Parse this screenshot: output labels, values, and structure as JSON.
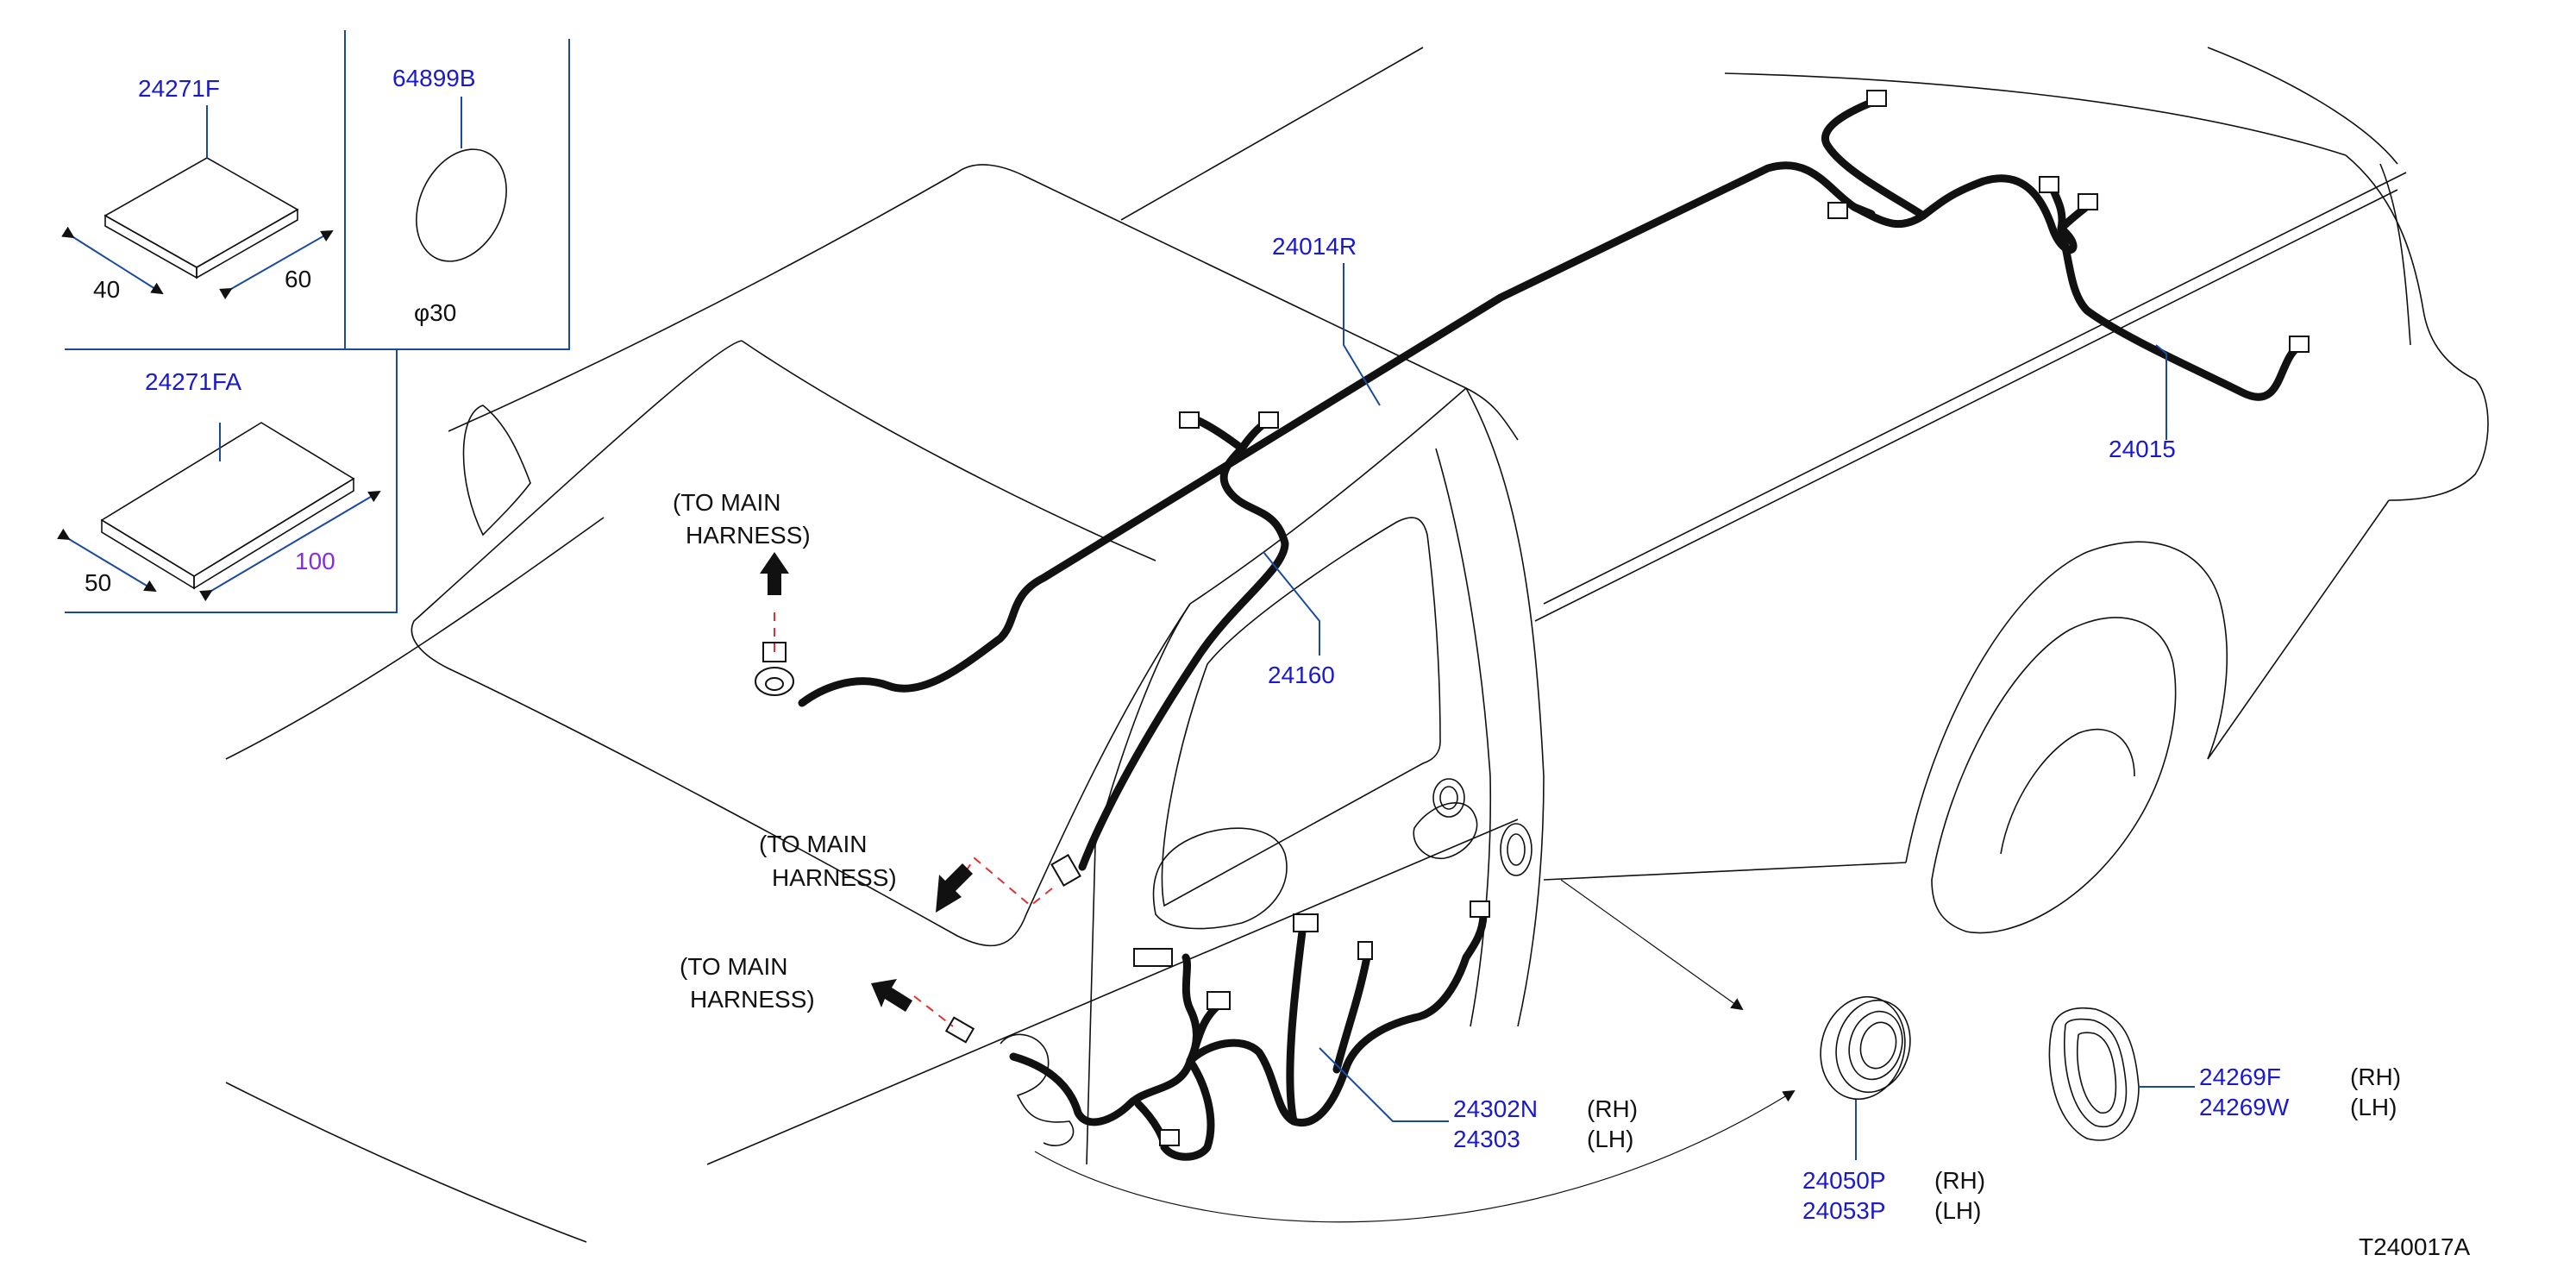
{
  "diagram_id": "T240017A",
  "colors": {
    "part_number": "#1a1acc",
    "text": "#111111",
    "dimension_highlight": "#8a2be2",
    "dashed_link": "#e03030",
    "leader": "#1a4aa0"
  },
  "insets": {
    "pad_small": {
      "part": "24271F",
      "dim_a": "40",
      "dim_b": "60"
    },
    "grommet_round": {
      "part": "64899B",
      "dim": "φ30"
    },
    "pad_large": {
      "part": "24271FA",
      "dim_a": "50",
      "dim_b": "100"
    }
  },
  "callouts": {
    "roof_harness": "24014R",
    "rear_harness": "24015",
    "pillar_harness": "24160",
    "door_harness_rh": "24302N",
    "door_harness_lh": "24303",
    "grommet_rh": "24050P",
    "grommet_lh": "24053P",
    "boot_rh": "24269F",
    "boot_lh": "24269W"
  },
  "side": {
    "rh": "(RH)",
    "lh": "(LH)"
  },
  "notes": {
    "to_main_1_line1": "(TO  MAIN",
    "to_main_1_line2": "HARNESS)",
    "to_main_2_line1": "(TO  MAIN",
    "to_main_2_line2": "HARNESS)",
    "to_main_3_line1": "(TO  MAIN",
    "to_main_3_line2": "HARNESS)"
  }
}
